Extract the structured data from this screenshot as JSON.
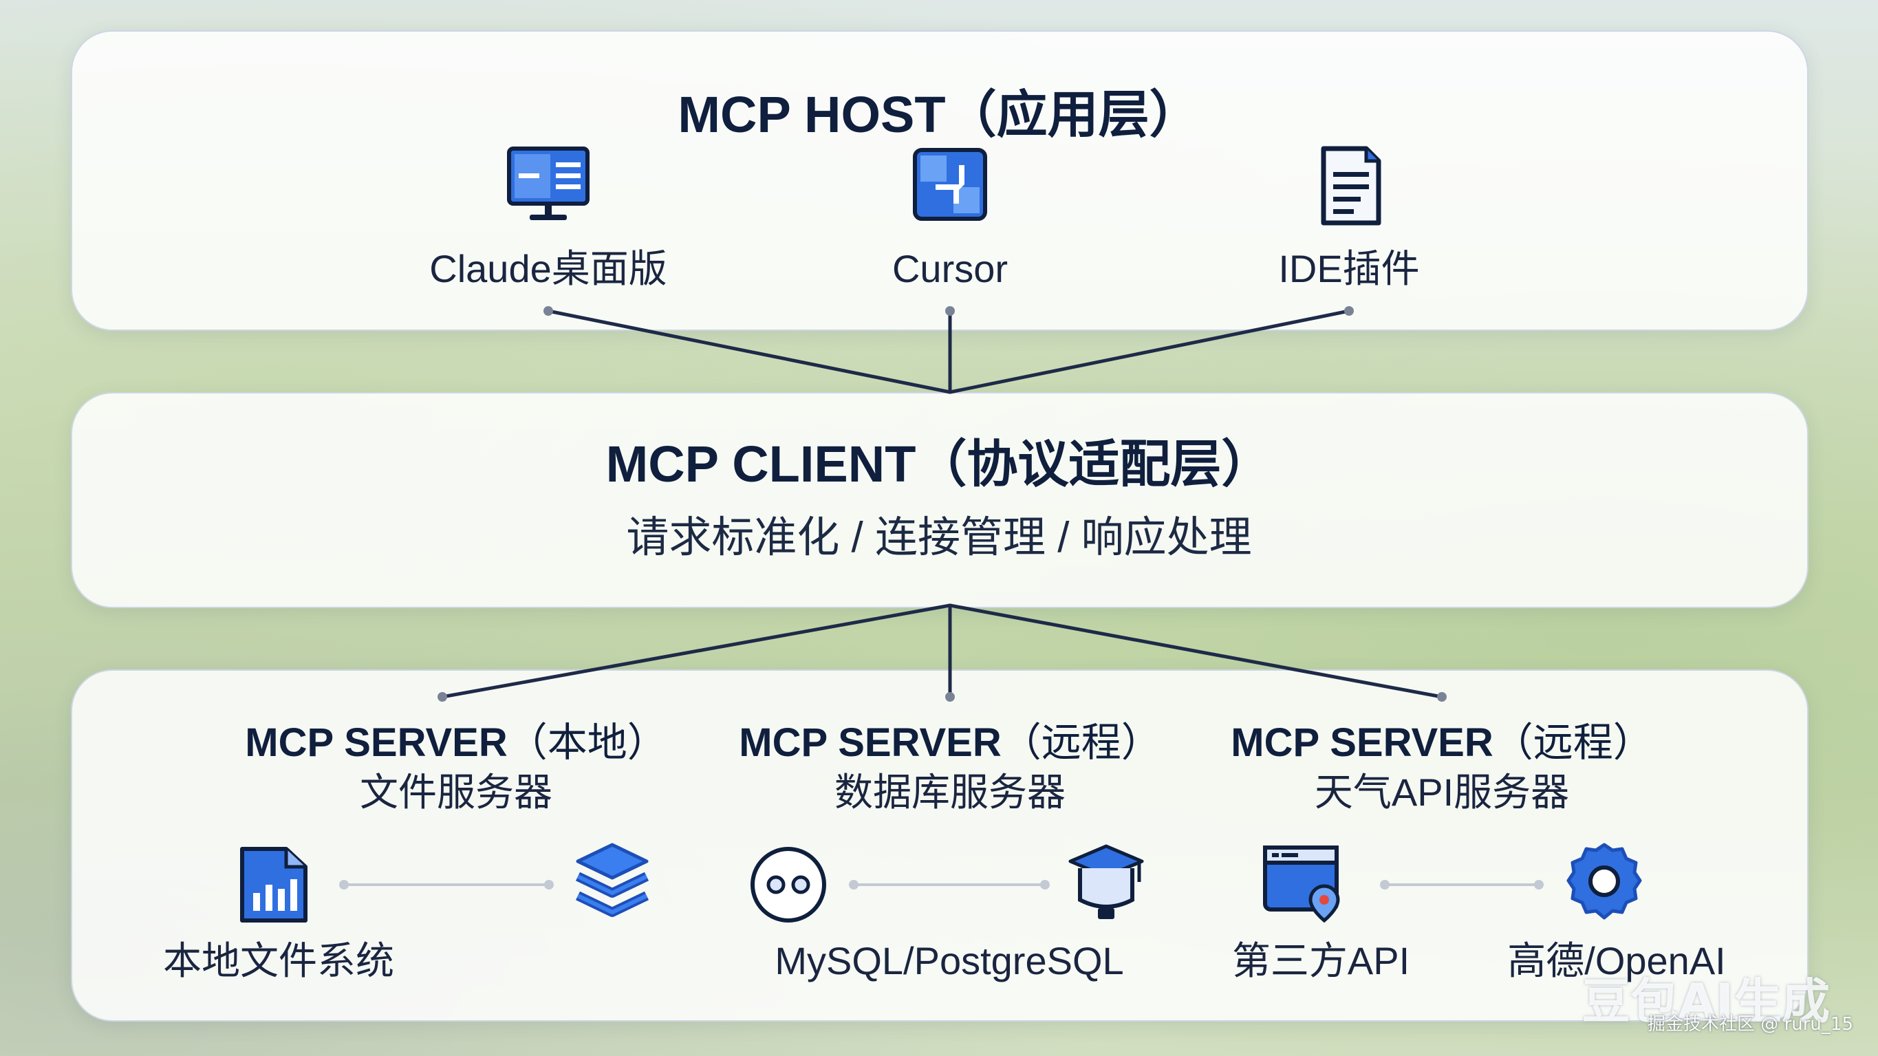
{
  "host": {
    "title": "MCP HOST（应用层）",
    "items": [
      {
        "label": "Claude桌面版",
        "icon": "desktop-monitor-icon"
      },
      {
        "label": "Cursor",
        "icon": "cursor-app-icon"
      },
      {
        "label": "IDE插件",
        "icon": "document-icon"
      }
    ]
  },
  "client": {
    "title": "MCP CLIENT（协议适配层）",
    "subtitle": "请求标准化 / 连接管理 / 响应处理"
  },
  "servers": [
    {
      "title_bold": "MCP SERVER",
      "title_paren": "（本地）",
      "subtitle": "文件服务器",
      "left_icon": "file-chart-icon",
      "right_icon": "layers-stack-icon",
      "label": "本地文件系统"
    },
    {
      "title_bold": "MCP SERVER",
      "title_paren": "（远程）",
      "subtitle": "数据库服务器",
      "left_icon": "robot-face-icon",
      "right_icon": "database-cylinder-icon",
      "label": "MySQL/PostgreSQL"
    },
    {
      "title_bold": "MCP SERVER",
      "title_paren": "（远程）",
      "subtitle": "天气API服务器",
      "left_icon": "browser-location-icon",
      "right_icon": "gear-icon",
      "label_left": "第三方API",
      "label_right": "高德/OpenAI"
    }
  ],
  "colors": {
    "primary_blue": "#2f6fe0",
    "dark_navy": "#0f1f3d",
    "connector": "#1e2a48"
  },
  "watermark": "豆包AI生成",
  "credit": "掘金技术社区 @ ruru_15"
}
